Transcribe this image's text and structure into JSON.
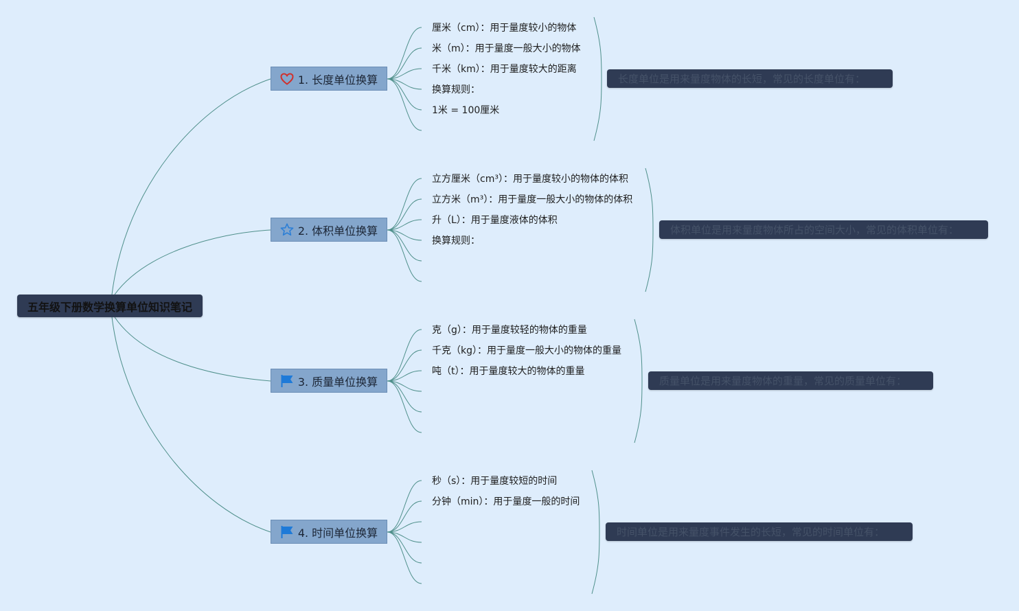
{
  "root": {
    "title": "五年级下册数学换算单位知识笔记"
  },
  "branches": [
    {
      "label": "1. 长度单位换算",
      "icon": "heart-icon",
      "icon_color": "#d0312d",
      "items": [
        "厘米（cm）：用于量度较小的物体",
        "米（m）：用于量度一般大小的物体",
        "千米（km）：用于量度较大的距离",
        "换算规则：",
        "1米 = 100厘米"
      ],
      "summary": "长度单位是用来量度物体的长短，常见的长度单位有："
    },
    {
      "label": "2. 体积单位换算",
      "icon": "star-icon",
      "icon_color": "#2c7fd6",
      "items": [
        "立方厘米（cm³）：用于量度较小的物体的体积",
        "立方米（m³）：用于量度一般大小的物体的体积",
        "升（L）：用于量度液体的体积",
        "换算规则："
      ],
      "summary": "体积单位是用来量度物体所占的空间大小，常见的体积单位有："
    },
    {
      "label": "3. 质量单位换算",
      "icon": "flag-icon",
      "icon_color": "#1e7ad8",
      "items": [
        "克（g）：用于量度较轻的物体的重量",
        "千克（kg）：用于量度一般大小的物体的重量",
        "吨（t）：用于量度较大的物体的重量"
      ],
      "summary": "质量单位是用来量度物体的重量，常见的质量单位有："
    },
    {
      "label": "4. 时间单位换算",
      "icon": "flag-icon",
      "icon_color": "#1e7ad8",
      "items": [
        "秒（s）：用于量度较短的时间",
        "分钟（min）：用于量度一般的时间"
      ],
      "summary": "时间单位是用来量度事件发生的长短，常见的时间单位有："
    }
  ],
  "colors": {
    "background": "#deedfc",
    "connector": "#4e8f8a",
    "node_fill": "#84a6cc",
    "dark_box": "#2f3b54"
  }
}
